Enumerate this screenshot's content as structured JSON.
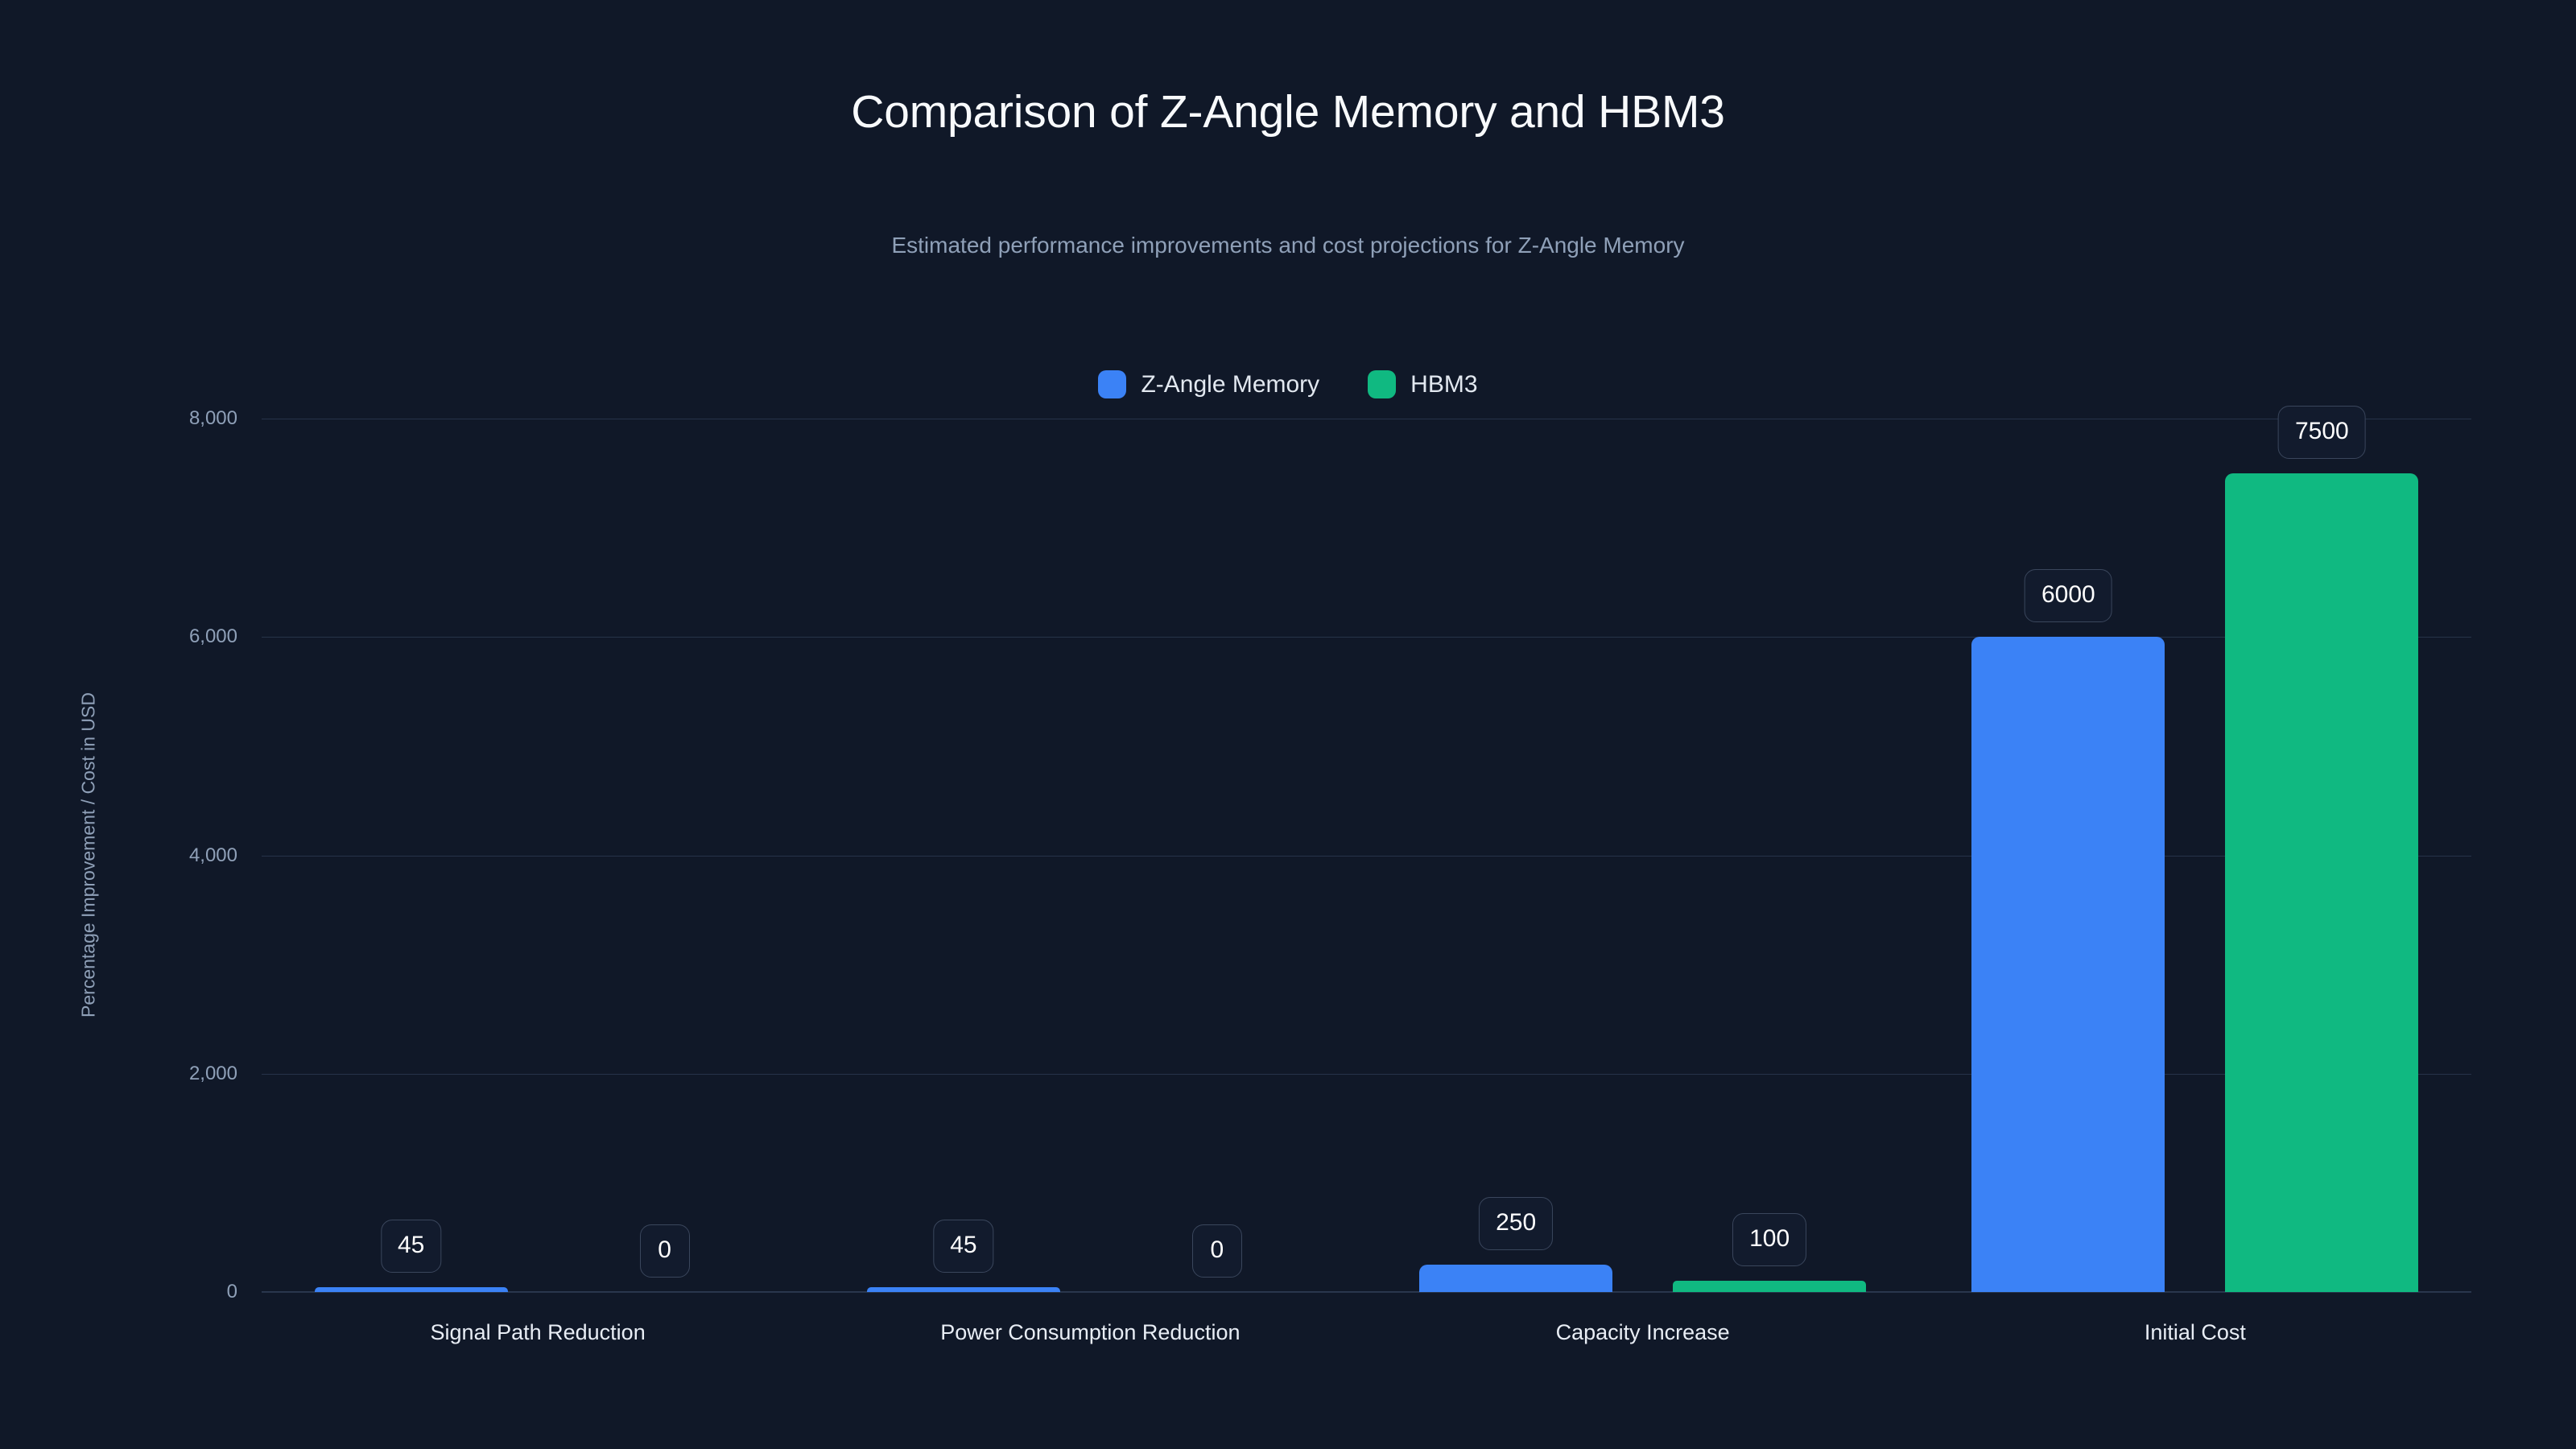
{
  "chart_data": {
    "type": "bar",
    "title": "Comparison of Z-Angle Memory and HBM3",
    "subtitle": "Estimated performance improvements and cost projections for Z-Angle Memory",
    "xlabel": "",
    "ylabel": "Percentage Improvement / Cost in USD",
    "ylim": [
      0,
      8000
    ],
    "yticks": [
      0,
      2000,
      4000,
      6000,
      8000
    ],
    "ytick_labels": [
      "0",
      "2,000",
      "4,000",
      "6,000",
      "8,000"
    ],
    "grid": true,
    "legend_position": "top-center",
    "categories": [
      "Signal Path Reduction",
      "Power Consumption Reduction",
      "Capacity Increase",
      "Initial Cost"
    ],
    "series": [
      {
        "name": "Z-Angle Memory",
        "color": "#3B82F6",
        "values": [
          45,
          45,
          250,
          6000
        ],
        "labels": [
          "45",
          "45",
          "250",
          "6000"
        ]
      },
      {
        "name": "HBM3",
        "color": "#10B981",
        "values": [
          0,
          0,
          100,
          7500
        ],
        "labels": [
          "0",
          "0",
          "100",
          "7500"
        ]
      }
    ]
  },
  "colors": {
    "background": "#101828",
    "grid": "#273349",
    "axis": "#2C3951",
    "title_text": "#F8FAFC",
    "subtitle_text": "#8FA0B8",
    "tick_text": "#8FA0B8",
    "category_text": "#E8EDF5",
    "badge_background": "#121B2D",
    "badge_border": "#3A465C",
    "badge_text": "#FFFFFF",
    "series_1": "#3B82F6",
    "series_2": "#10B981"
  }
}
